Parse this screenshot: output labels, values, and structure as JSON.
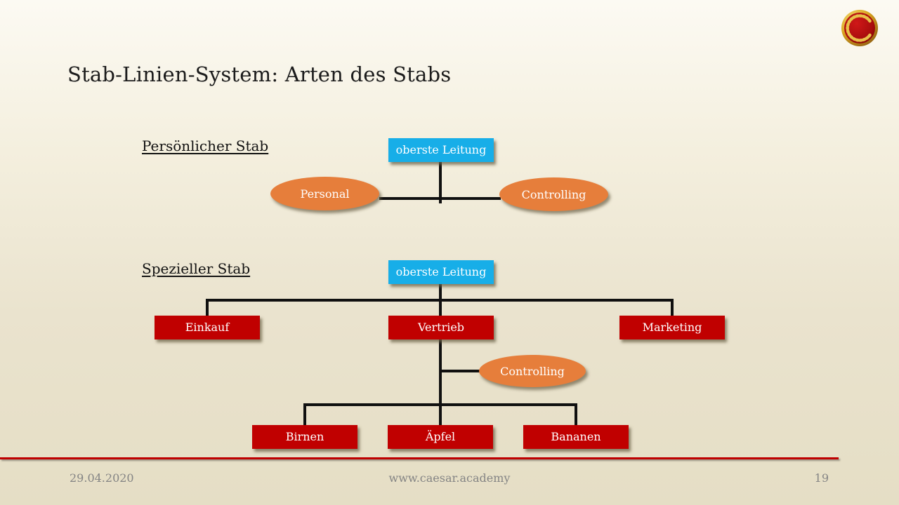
{
  "slide_title": "Stab-Linien-System: Arten des Stabs",
  "personal_stab": {
    "heading": "Persönlicher Stab",
    "root_label": "oberste Leitung",
    "staff_left_label": "Personal",
    "staff_right_label": "Controlling"
  },
  "spezieller_stab": {
    "heading": "Spezieller Stab",
    "root_label": "oberste Leitung",
    "line_units": [
      "Einkauf",
      "Vertrieb",
      "Marketing"
    ],
    "staff_label": "Controlling",
    "sub_units": [
      "Birnen",
      "Äpfel",
      "Bananen"
    ]
  },
  "footer": {
    "date": "29.04.2020",
    "website": "www.caesar.academy",
    "page_number": "19"
  },
  "colors": {
    "root_box": "#17AEE8",
    "line_unit_box": "#C00000",
    "staff_ellipse": "#E67E3B",
    "connector": "#101010",
    "divider_line": "#BE0000",
    "footer_text": "#848484",
    "background_top": "#FCFAF3",
    "background_bottom": "#E5DEC5",
    "logo_red": "#B01010",
    "logo_gold": "#D9A520"
  }
}
